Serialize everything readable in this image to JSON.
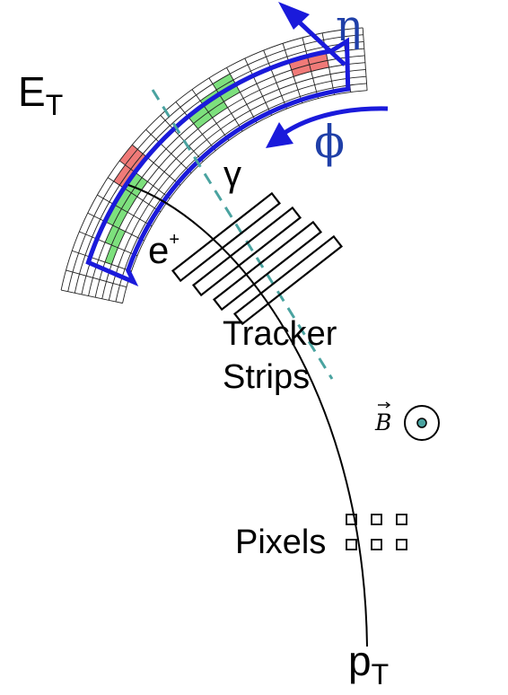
{
  "labels": {
    "et_main": "E",
    "et_sub": "T",
    "eta": "η",
    "phi": "ϕ",
    "gamma": "γ",
    "positron_main": "e",
    "positron_sup": "+",
    "tracker_line1": "Tracker",
    "tracker_line2": "Strips",
    "bfield": "B",
    "pixels": "Pixels",
    "pt_main": "p",
    "pt_sub": "T"
  },
  "colors": {
    "arrow_blue": "#1a1adb",
    "label_blue": "#1f3fa8",
    "photon_dashed": "#4aa3a0",
    "hit_green": "#7de07d",
    "hit_red": "#f07a78",
    "grid": "#222222"
  },
  "icons": {
    "bfield_symbol": "circled-dot-icon",
    "vector_arrow": "vector-arrow-icon"
  }
}
